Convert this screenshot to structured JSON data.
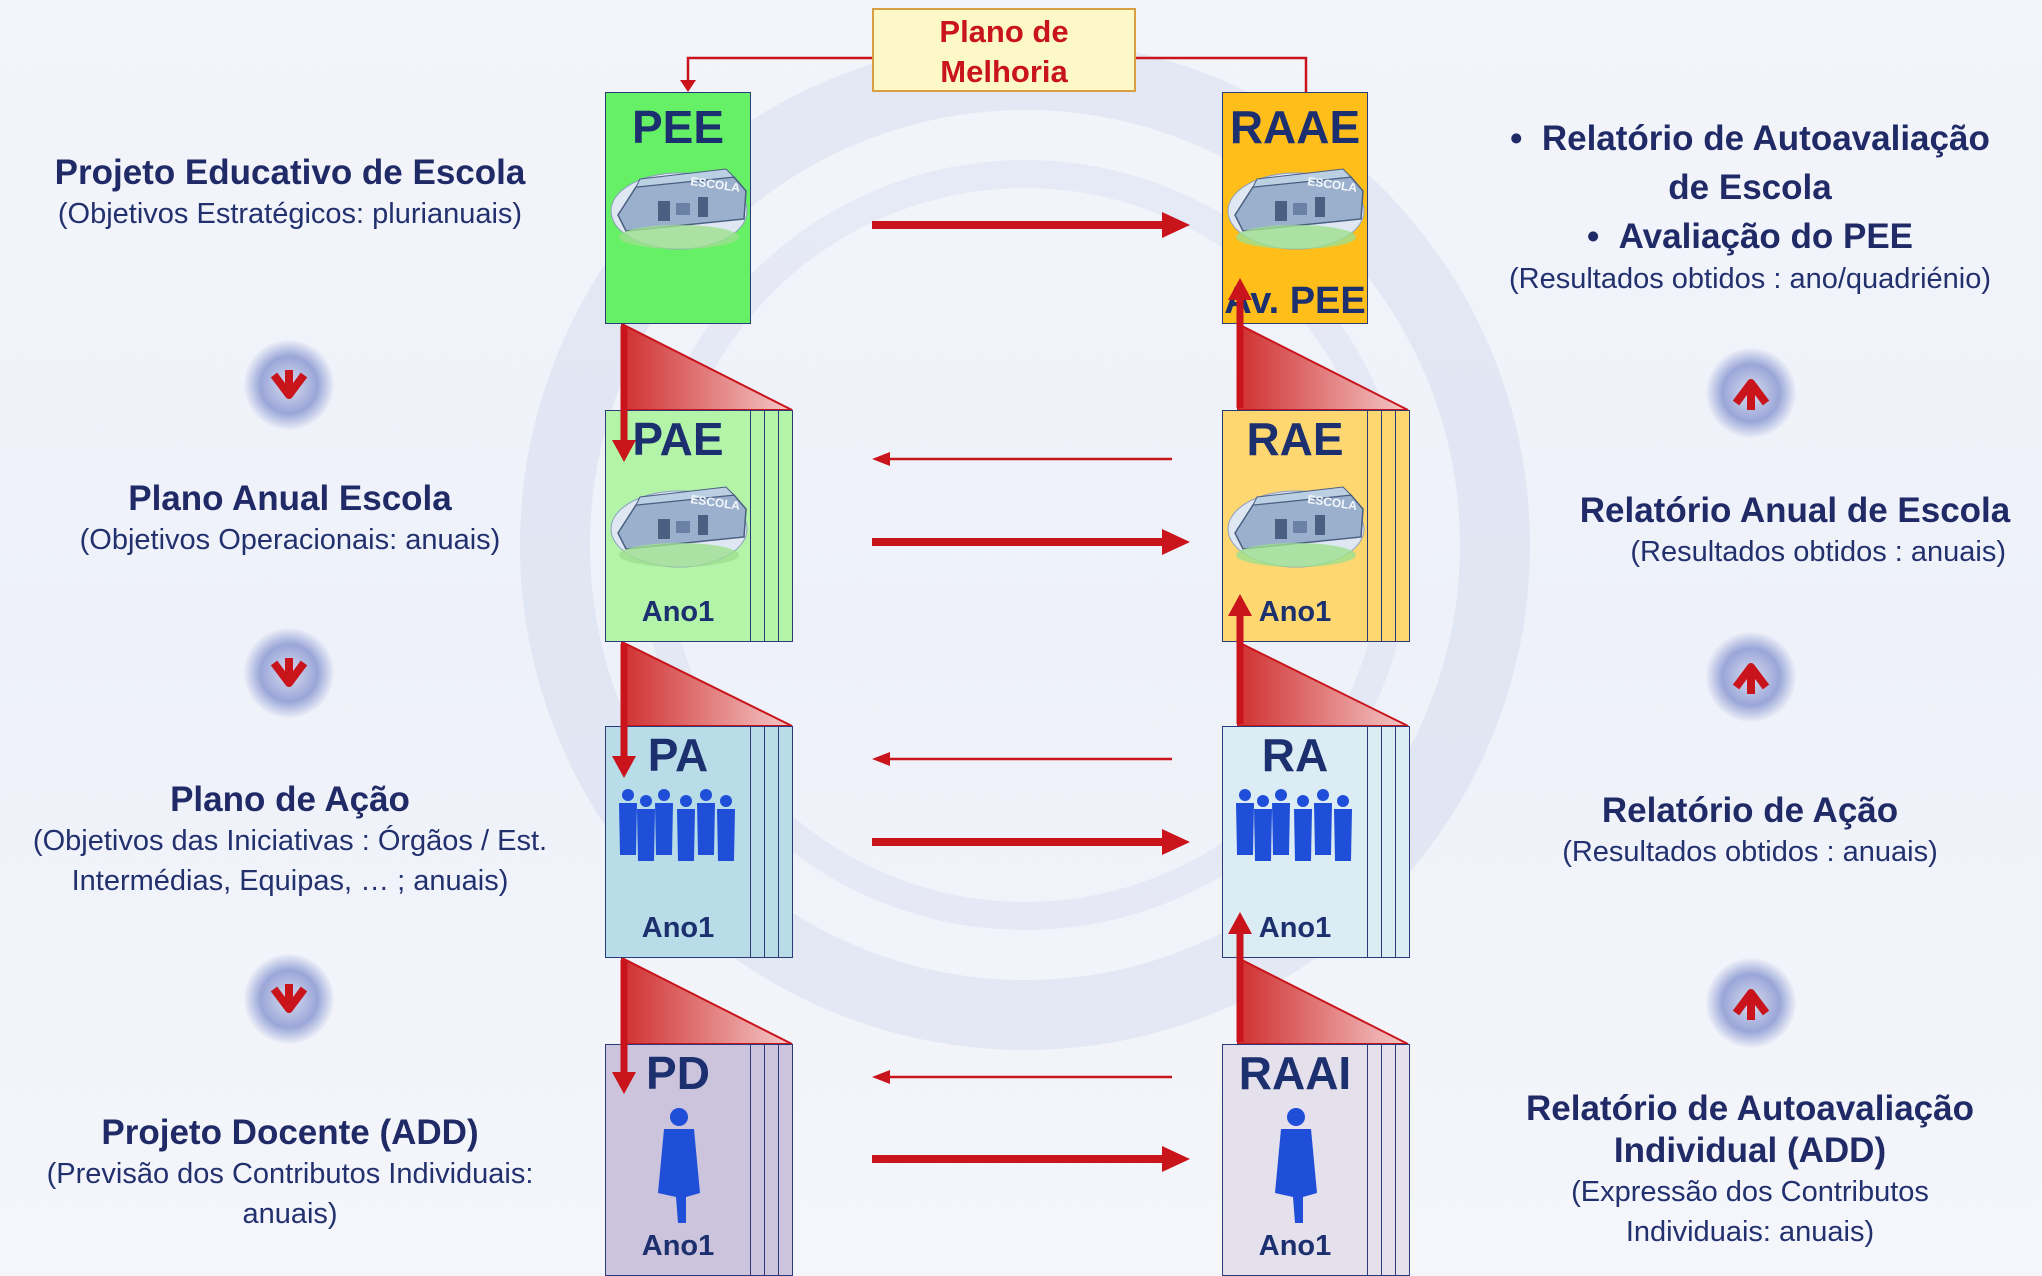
{
  "plano_melhoria": {
    "line1": "Plano de",
    "line2": "Melhoria"
  },
  "left_labels": [
    {
      "title": "Projeto Educativo de Escola",
      "sub1": "(Objetivos Estratégicos: plurianuais)"
    },
    {
      "title": "Plano Anual Escola",
      "sub1": "(Objetivos Operacionais: anuais)"
    },
    {
      "title": "Plano de Ação",
      "sub1": "(Objetivos das Iniciativas : Órgãos / Est.",
      "sub2": "Intermédias, Equipas, … ; anuais)"
    },
    {
      "title": "Projeto Docente (ADD)",
      "sub1": "(Previsão dos Contributos Individuais:",
      "sub2": "anuais)"
    }
  ],
  "right_labels": [
    {
      "bullet1a": "Relatório de Autoavaliação",
      "bullet1b": "de  Escola",
      "bullet2": "Avaliação do PEE",
      "sub1": "(Resultados obtidos : ano/quadriénio)"
    },
    {
      "title": "Relatório Anual de Escola",
      "sub1": "(Resultados obtidos : anuais)"
    },
    {
      "title": "Relatório de Ação",
      "sub1": "(Resultados obtidos : anuais)"
    },
    {
      "title1": "Relatório de Autoavaliação",
      "title2": "Individual (ADD)",
      "sub1": "(Expressão dos Contributos",
      "sub2": "Individuais: anuais)"
    }
  ],
  "left_cards": [
    {
      "code": "PEE",
      "sub": "",
      "color": "#66f066"
    },
    {
      "code": "PAE",
      "sub": "Ano1",
      "color": "#b4f4a8"
    },
    {
      "code": "PA",
      "sub": "Ano1",
      "color": "#b8dce8"
    },
    {
      "code": "PD",
      "sub": "Ano1",
      "color": "#cbc4dc"
    }
  ],
  "right_cards": [
    {
      "code": "RAAE",
      "sub": "Av. PEE",
      "color": "#ffbe1a"
    },
    {
      "code": "RAE",
      "sub": "Ano1",
      "color": "#ffd770"
    },
    {
      "code": "RA",
      "sub": "Ano1",
      "color": "#dcecf4"
    },
    {
      "code": "RAAI",
      "sub": "Ano1",
      "color": "#e4e0ec"
    }
  ],
  "escola_text": "ESCOLA",
  "colors": {
    "arrow": "#c8141a",
    "text": "#1f2a66",
    "border": "#2a3a7a"
  }
}
